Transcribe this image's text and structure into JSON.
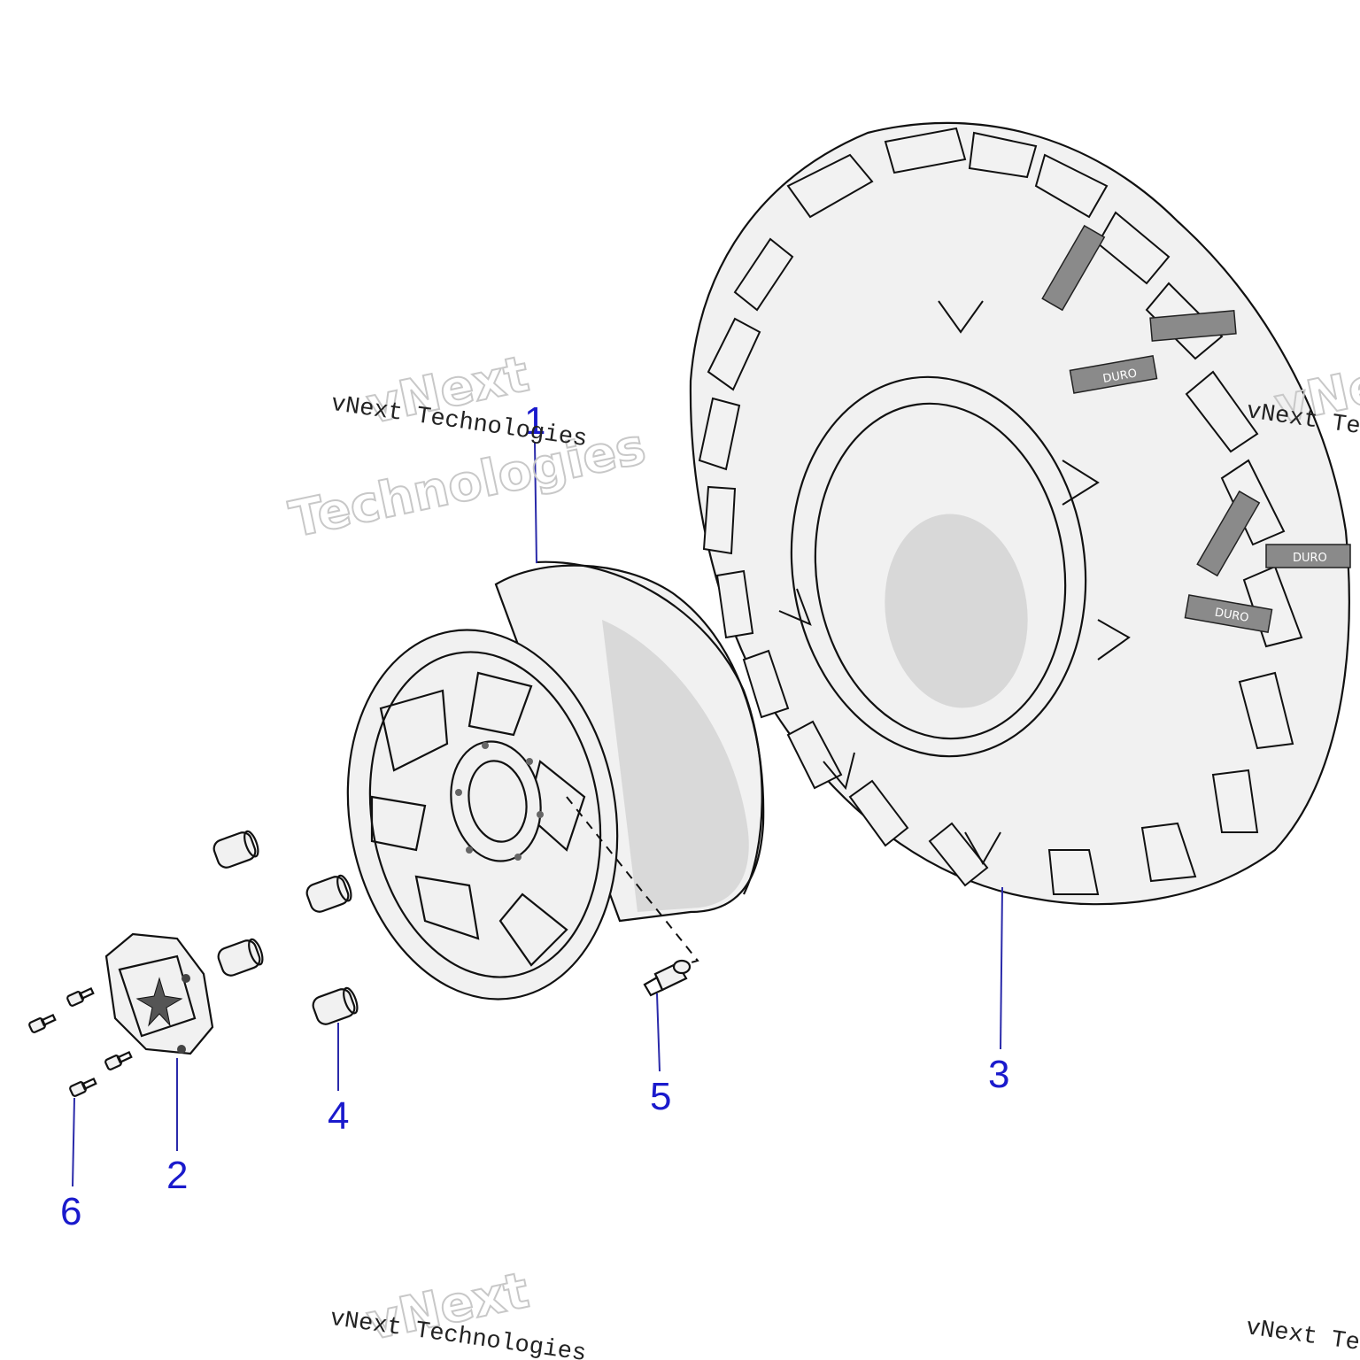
{
  "watermark": {
    "small_text": "vNext Technologies",
    "big_line1": "vNext",
    "big_line2": "Technologies",
    "small_text_bottom_left": "vNext Technologies",
    "small_text_right": "vNext Te",
    "small_text_bottom_right": "vNext Te",
    "big_right_fragment": "vNe"
  },
  "tire_brand": "DURO",
  "callouts": [
    {
      "id": "1",
      "label": "1"
    },
    {
      "id": "2",
      "label": "2"
    },
    {
      "id": "3",
      "label": "3"
    },
    {
      "id": "4",
      "label": "4"
    },
    {
      "id": "5",
      "label": "5"
    },
    {
      "id": "6",
      "label": "6"
    }
  ],
  "colors": {
    "callout": "#1a1acc",
    "line_art": "#111111",
    "watermark": "#c8c8c8"
  }
}
